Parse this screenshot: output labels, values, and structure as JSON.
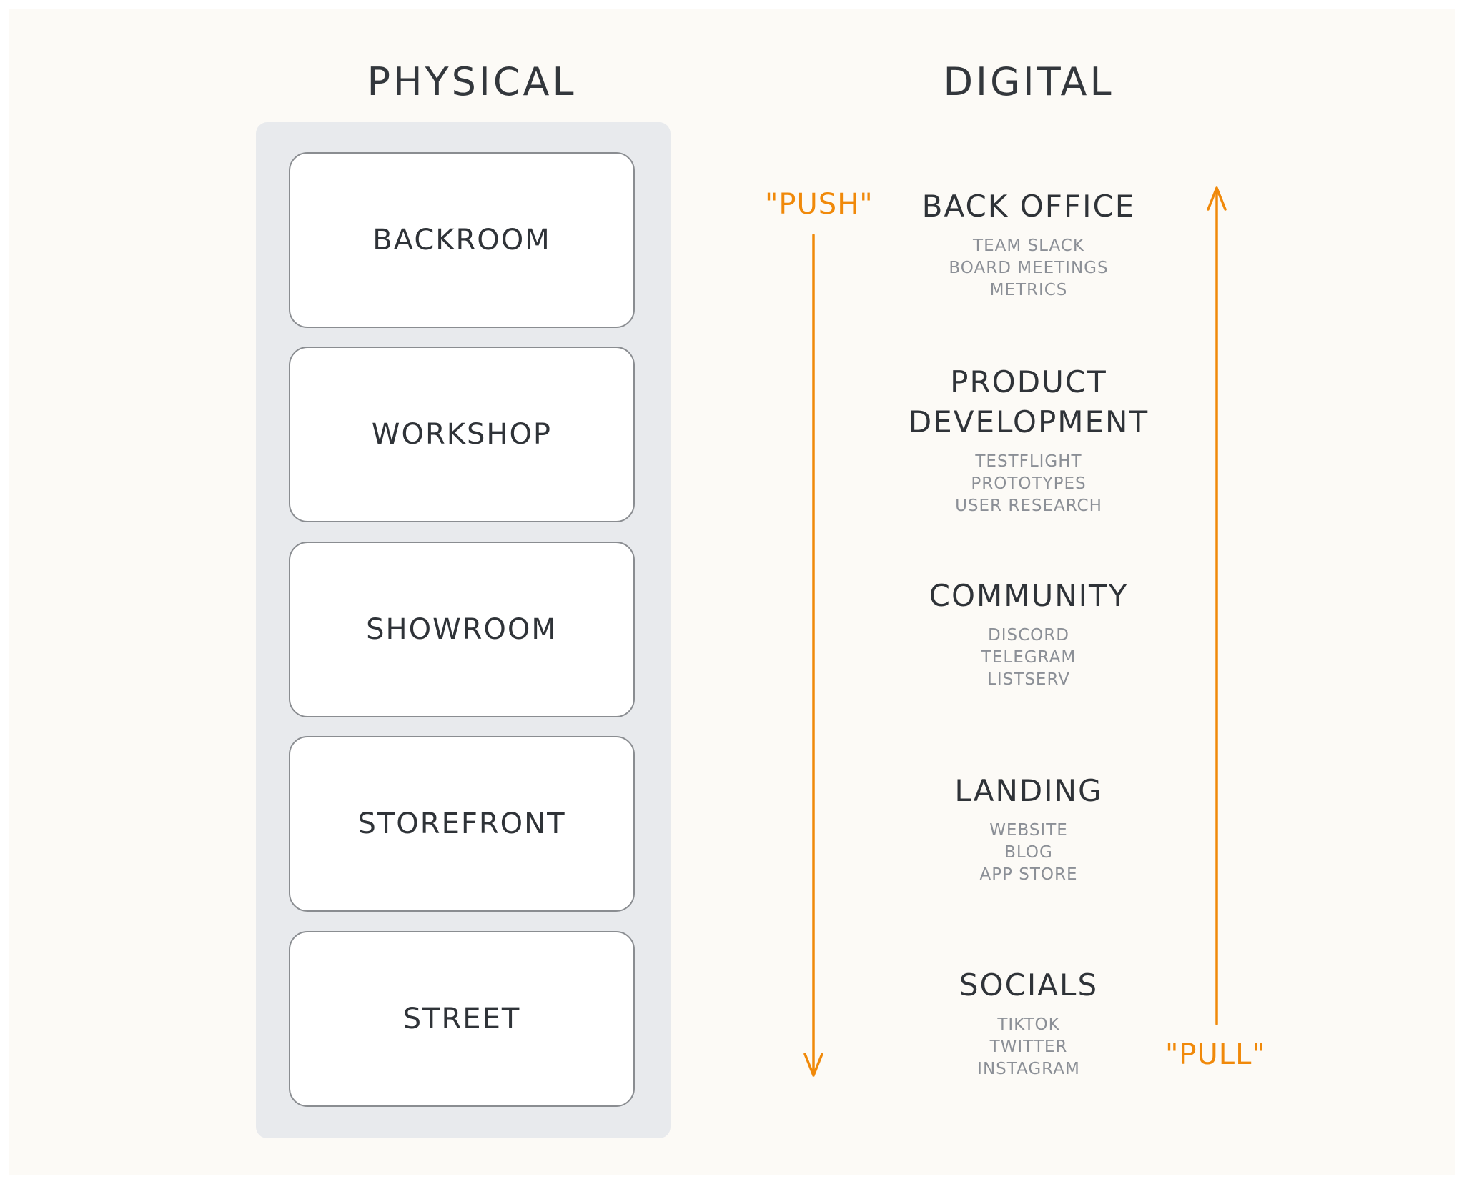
{
  "titles": {
    "physical": "PHYSICAL",
    "digital": "DIGITAL"
  },
  "physical_rooms": [
    {
      "label": "BACKROOM"
    },
    {
      "label": "WORKSHOP"
    },
    {
      "label": "SHOWROOM"
    },
    {
      "label": "STOREFRONT"
    },
    {
      "label": "STREET"
    }
  ],
  "digital_layers": [
    {
      "title": "BACK OFFICE",
      "items": [
        "TEAM SLACK",
        "BOARD MEETINGS",
        "METRICS"
      ]
    },
    {
      "title": "PRODUCT DEVELOPMENT",
      "items": [
        "TESTFLIGHT",
        "PROTOTYPES",
        "USER RESEARCH"
      ]
    },
    {
      "title": "COMMUNITY",
      "items": [
        "DISCORD",
        "TELEGRAM",
        "LISTSERV"
      ]
    },
    {
      "title": "LANDING",
      "items": [
        "WEBSITE",
        "BLOG",
        "APP STORE"
      ]
    },
    {
      "title": "SOCIALS",
      "items": [
        "TIKTOK",
        "TWITTER",
        "INSTAGRAM"
      ]
    }
  ],
  "flows": {
    "push_label": "\"PUSH\"",
    "pull_label": "\"PULL\""
  },
  "colors": {
    "accent": "#f0890a",
    "room_panel": "#e8eaed",
    "background": "#fcfaf6"
  }
}
